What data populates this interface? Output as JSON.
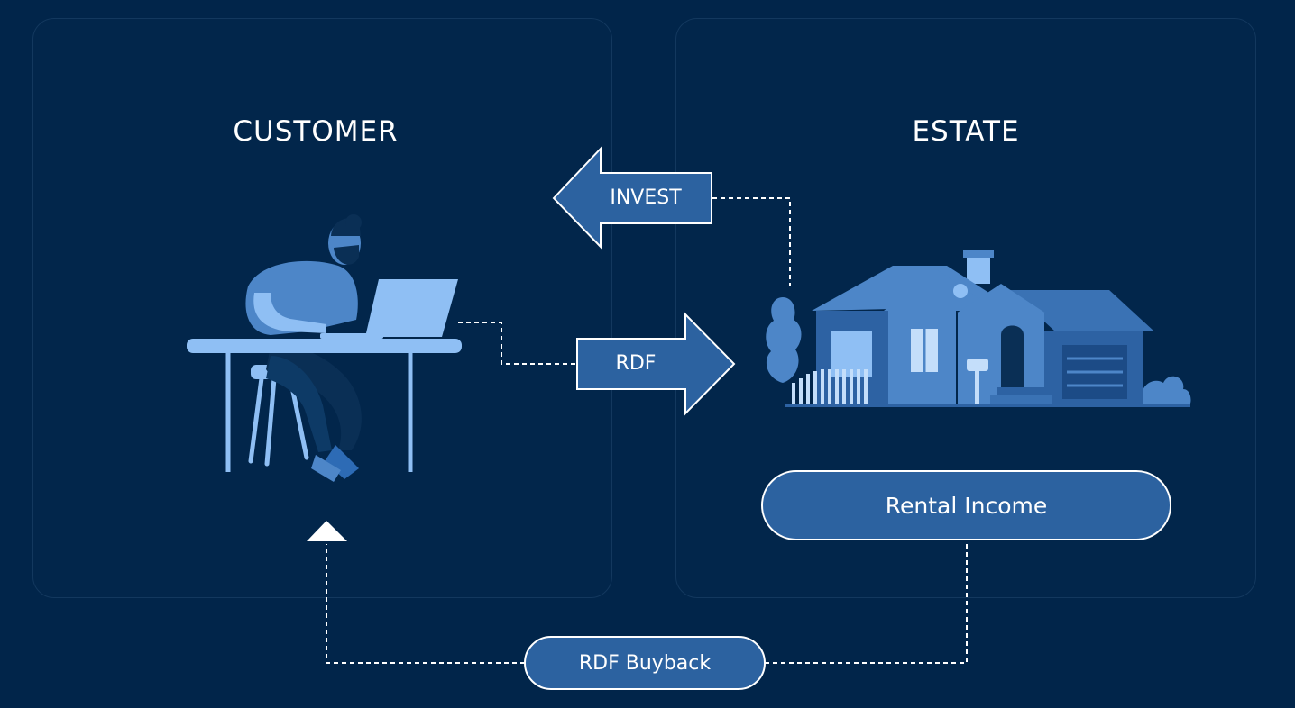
{
  "customer": {
    "title": "CUSTOMER"
  },
  "estate": {
    "title": "ESTATE"
  },
  "arrows": {
    "invest_label": "INVEST",
    "rdf_label": "RDF"
  },
  "rental": {
    "label": "Rental Income"
  },
  "buyback": {
    "label": "RDF Buyback"
  },
  "colors": {
    "background": "#01254a",
    "panel_border": "#13385e",
    "accent_blue": "#2c62a0",
    "illustration_light": "#8fbff4",
    "illustration_mid": "#4d86c8",
    "white": "#ffffff"
  },
  "icons": {
    "customer_illustration": "person-at-laptop-icon",
    "estate_illustration": "house-icon"
  }
}
